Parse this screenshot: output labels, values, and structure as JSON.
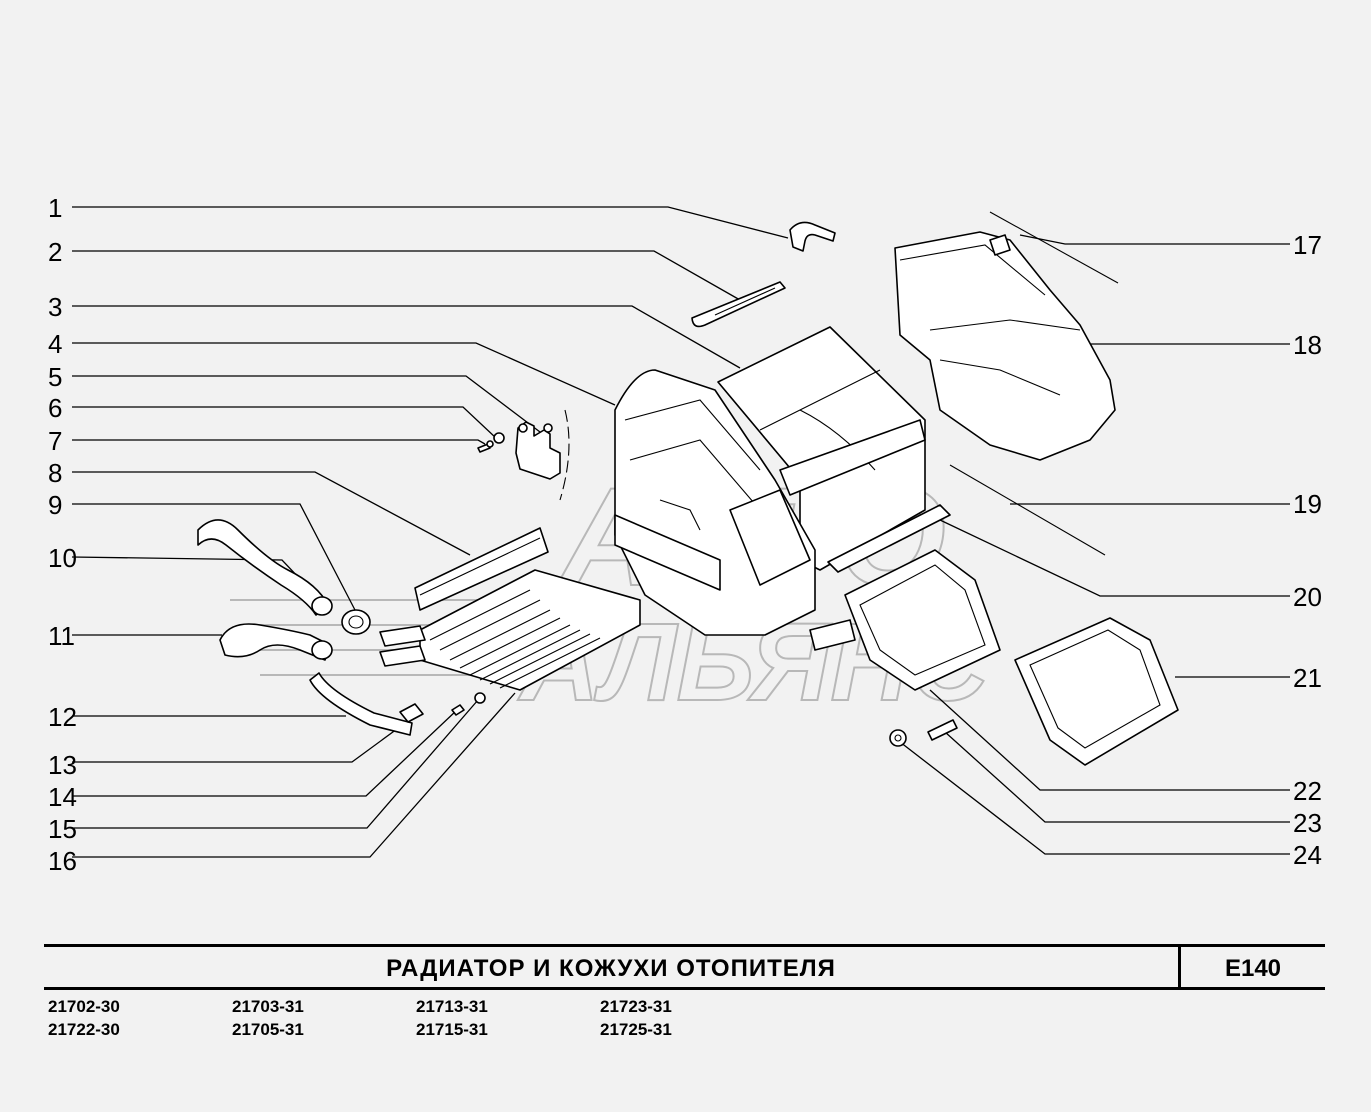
{
  "title": "РАДИАТОР И КОЖУХИ ОТОПИТЕЛЯ",
  "code": "E140",
  "models": [
    [
      "21702-30",
      "21722-30"
    ],
    [
      "21703-31",
      "21705-31"
    ],
    [
      "21713-31",
      "21715-31"
    ],
    [
      "21723-31",
      "21725-31"
    ]
  ],
  "callouts": [
    "1",
    "2",
    "3",
    "4",
    "5",
    "6",
    "7",
    "8",
    "9",
    "10",
    "11",
    "12",
    "13",
    "14",
    "15",
    "16",
    "17",
    "18",
    "19",
    "20",
    "21",
    "22",
    "23",
    "24"
  ],
  "watermark": [
    "АВТО",
    "АЛЬЯНС"
  ]
}
